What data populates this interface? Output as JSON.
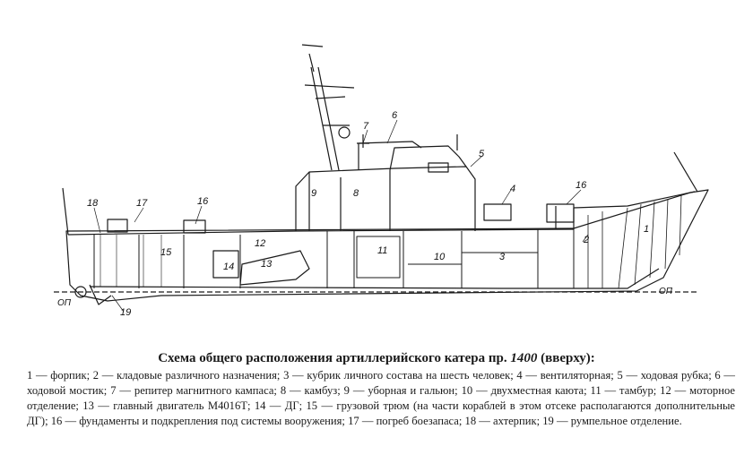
{
  "labels": {
    "n1": "1",
    "n2": "2",
    "n3": "3",
    "n4": "4",
    "n5": "5",
    "n6": "6",
    "n7": "7",
    "n8": "8",
    "n9": "9",
    "n10": "10",
    "n11": "11",
    "n12": "12",
    "n13": "13",
    "n14": "14",
    "n15": "15",
    "n16": "16",
    "n17": "17",
    "n18": "18",
    "n19": "19",
    "op": "ОП"
  },
  "caption": {
    "prefix": "Схема общего расположения артиллерийского катера пр. ",
    "project": "1400",
    "suffix": " (вверху):"
  },
  "legend": "1 — форпик; 2 — кладовые различного назначения; 3 — кубрик личного состава на шесть человек; 4 — вентиляторная; 5 — ходовая рубка; 6 — ходовой мостик; 7 — репитер магнитного кампаса; 8 — камбуз; 9 — уборная и гальюн; 10 — двухместная каюта; 11 — тамбур; 12 — моторное отделение; 13 — главный двигатель М4016Т; 14 — ДГ; 15 — грузовой трюм (на части кораблей в этом отсеке располагаются дополнительные ДГ); 16 — фундаменты и подкрепления под системы вооружения; 17 — погреб боезапаса; 18 — ахтерпик; 19 — румпельное отделение."
}
